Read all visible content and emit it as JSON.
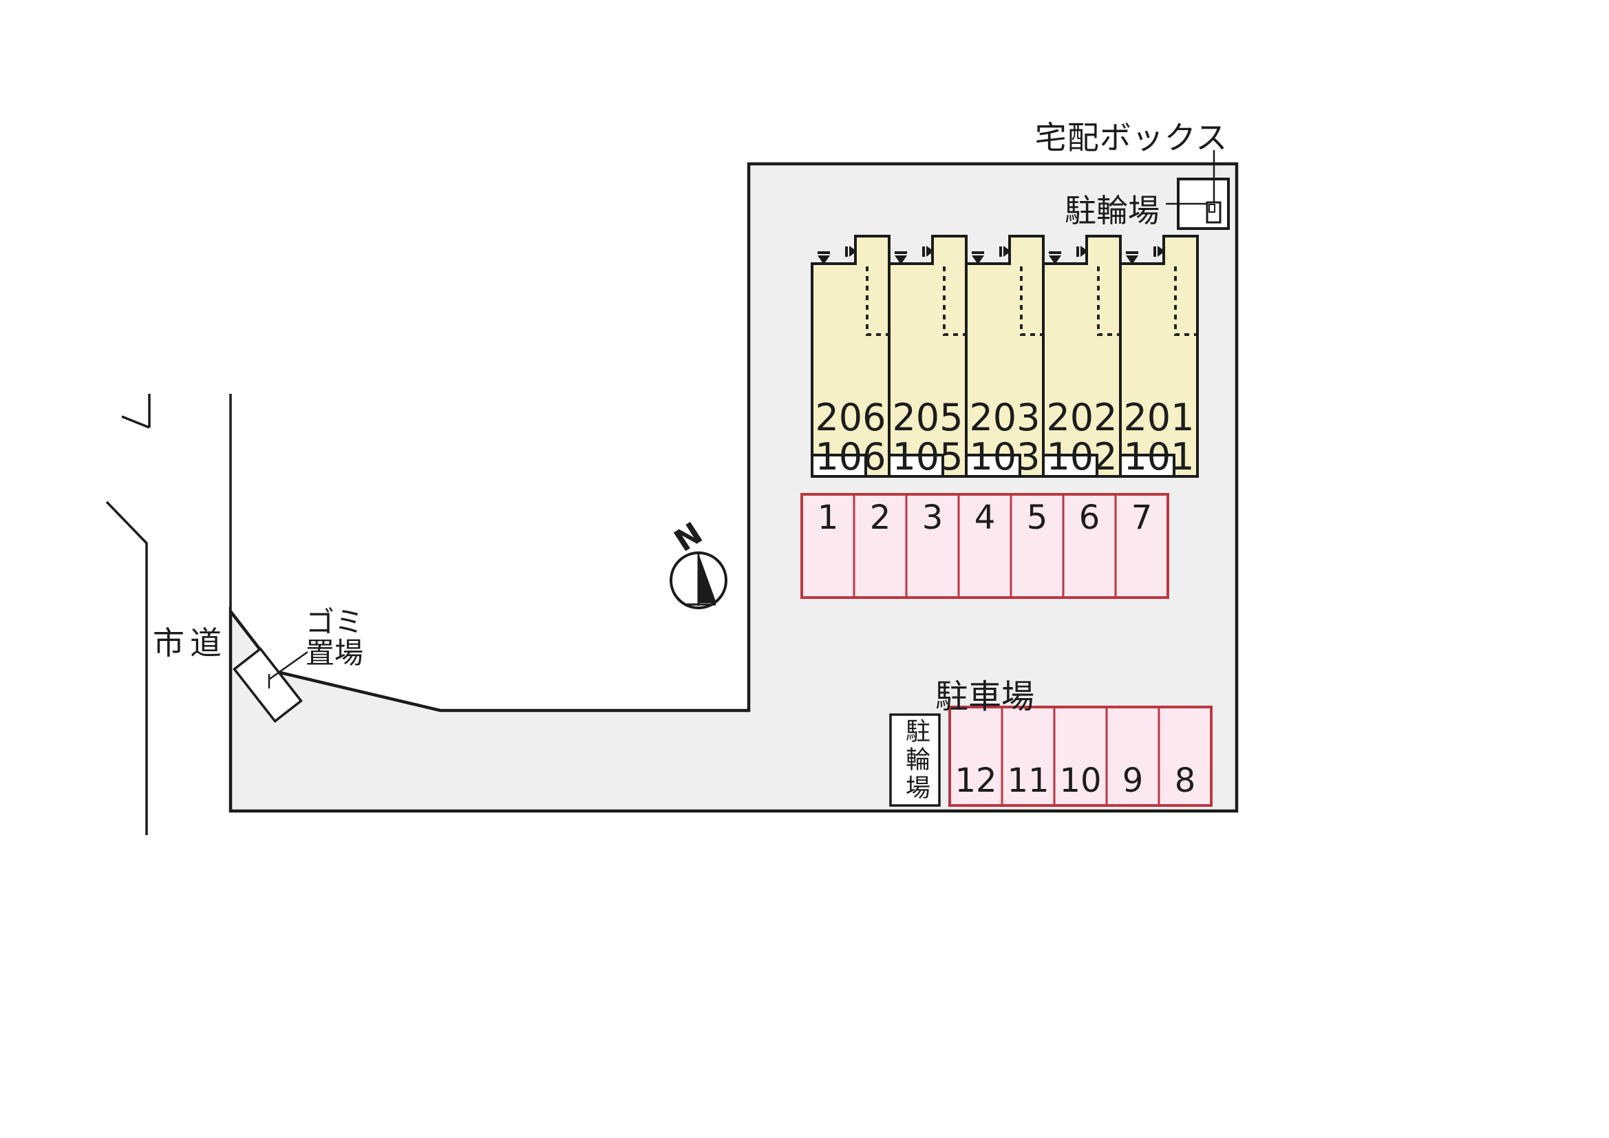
{
  "labels": {
    "delivery_box": "宅配ボックス",
    "bicycle_parking_top": "駐輪場",
    "bicycle_parking_bottom": "駐輪場",
    "car_parking": "駐車場",
    "city_road": "市道",
    "garbage_line1": "ゴミ",
    "garbage_line2": "置場",
    "compass_north": "N"
  },
  "building": {
    "units": [
      {
        "upper": "206",
        "lower": "106"
      },
      {
        "upper": "205",
        "lower": "105"
      },
      {
        "upper": "203",
        "lower": "103"
      },
      {
        "upper": "202",
        "lower": "102"
      },
      {
        "upper": "201",
        "lower": "101"
      }
    ]
  },
  "parking": {
    "top_row_spaces": [
      "1",
      "2",
      "3",
      "4",
      "5",
      "6",
      "7"
    ],
    "bottom_row_spaces": [
      "12",
      "11",
      "10",
      "9",
      "8"
    ]
  },
  "colors": {
    "site_fill": "#efefef",
    "building_fill": "#f6f0c6",
    "parking_fill": "#fce8ef",
    "parking_border": "#bb3742",
    "line": "#1b1b1b"
  }
}
